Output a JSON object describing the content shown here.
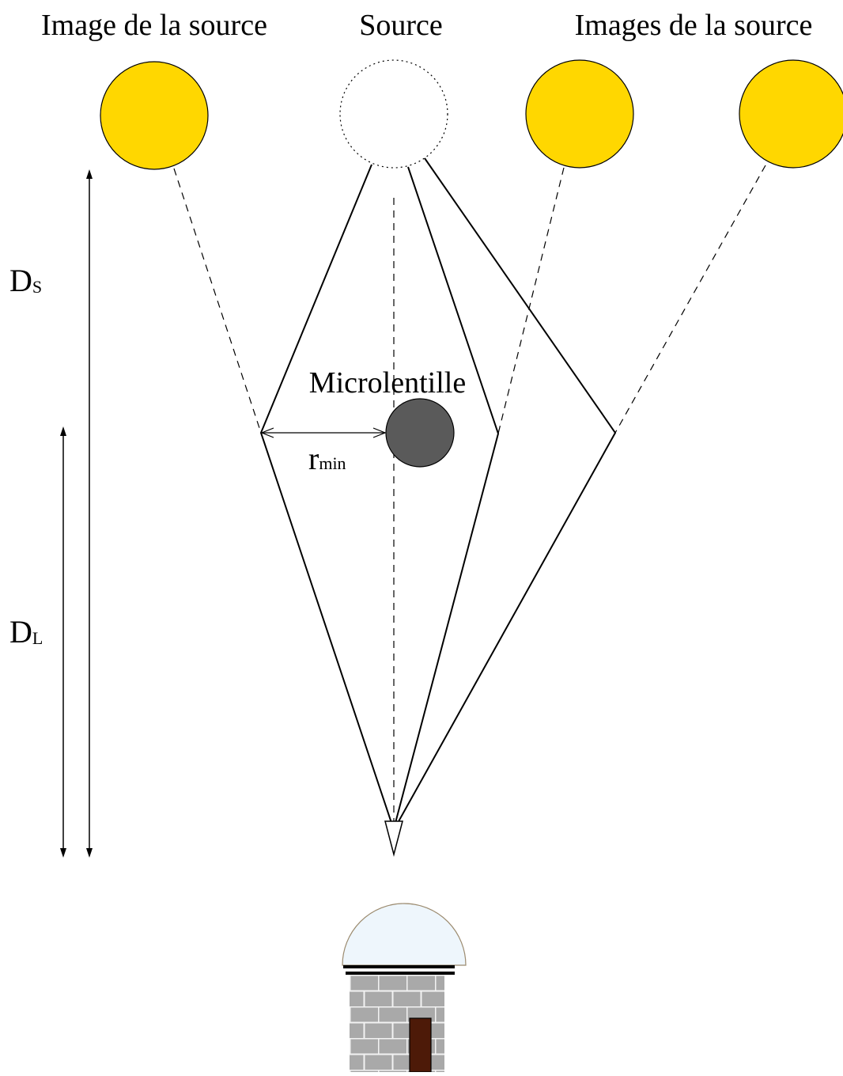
{
  "labels": {
    "image_left": "Image de la source",
    "source": "Source",
    "images_right": "Images de la source",
    "lens": "Microlentille",
    "r_min": {
      "main": "r",
      "sub": "min"
    },
    "d_s": {
      "main": "D",
      "sub": "S"
    },
    "d_l": {
      "main": "D",
      "sub": "L"
    }
  },
  "colors": {
    "image": "#ffd700",
    "lens": "#5a5a5a",
    "dome": "#eef6fc",
    "brick": "#a9a9a9",
    "door": "#4d1a08",
    "stroke": "#000000"
  }
}
